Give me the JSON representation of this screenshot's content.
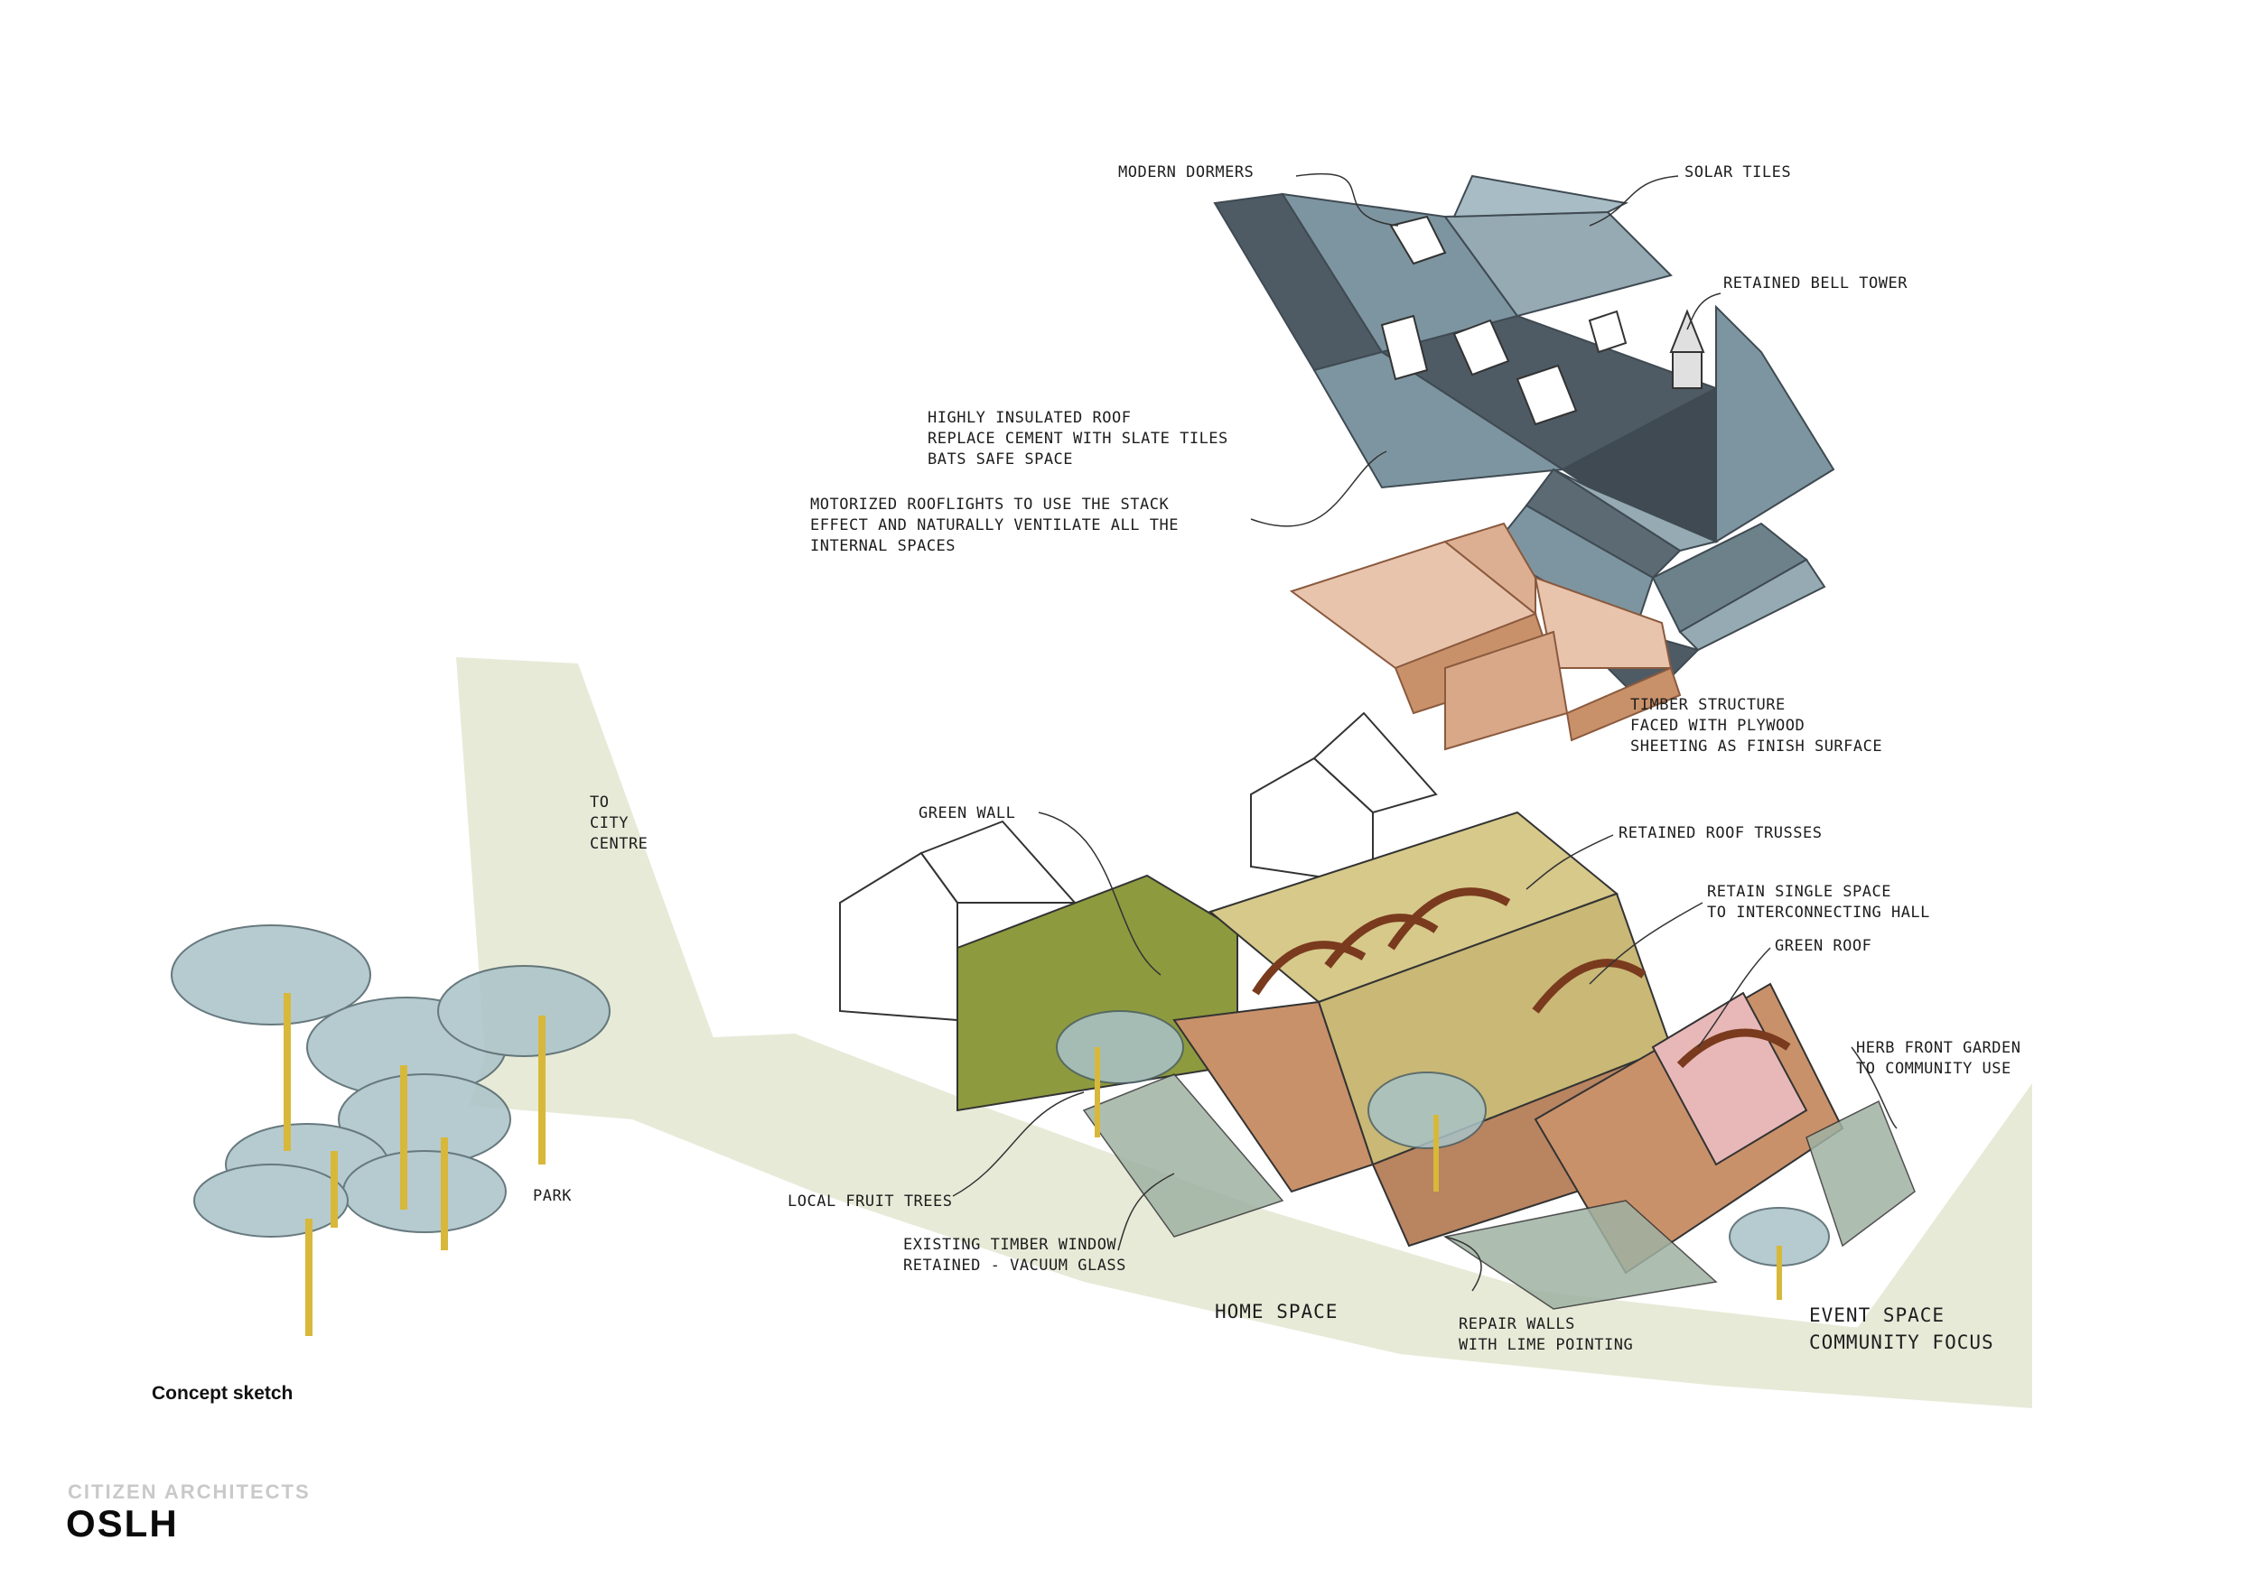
{
  "annotations": {
    "modern_dormers": "MODERN DORMERS",
    "solar_tiles": "SOLAR TILES",
    "bell_tower": "RETAINED BELL TOWER",
    "insulated_roof": "HIGHLY INSULATED ROOF\nREPLACE CEMENT WITH SLATE TILES\nBATS SAFE SPACE",
    "rooflights": "MOTORIZED ROOFLIGHTS TO USE THE STACK\nEFFECT AND NATURALLY VENTILATE ALL THE\nINTERNAL SPACES",
    "timber_structure": "TIMBER STRUCTURE\nFACED WITH PLYWOOD\nSHEETING AS FINISH SURFACE",
    "to_city_centre": "TO\nCITY\nCENTRE",
    "green_wall": "GREEN WALL",
    "roof_trusses": "RETAINED ROOF TRUSSES",
    "single_space": "RETAIN SINGLE SPACE\nTO INTERCONNECTING HALL",
    "green_roof": "GREEN ROOF",
    "herb_garden": "HERB FRONT GARDEN\nTO COMMUNITY USE",
    "park": "PARK",
    "fruit_trees": "LOCAL FRUIT TREES",
    "timber_window": "EXISTING TIMBER WINDOW\nRETAINED - VACUUM GLASS",
    "home_space": "HOME SPACE",
    "repair_walls": "REPAIR WALLS\nWITH LIME POINTING",
    "event_space": "EVENT SPACE\nCOMMUNITY FOCUS"
  },
  "caption": "Concept sketch",
  "firm": "CITIZEN ARCHITECTS",
  "project": "OSLH",
  "colors": {
    "path": "#e8ead8",
    "slate": "#7d95a0",
    "slate_dark": "#4f5b64",
    "timber": "#c9916a",
    "plywood": "#e9c4ad",
    "green_wall": "#8e9a3e",
    "floor": "#d6c98a",
    "ground": "#9fb2a3",
    "tree": "#a9c3c8",
    "trunk": "#d8b83a"
  }
}
